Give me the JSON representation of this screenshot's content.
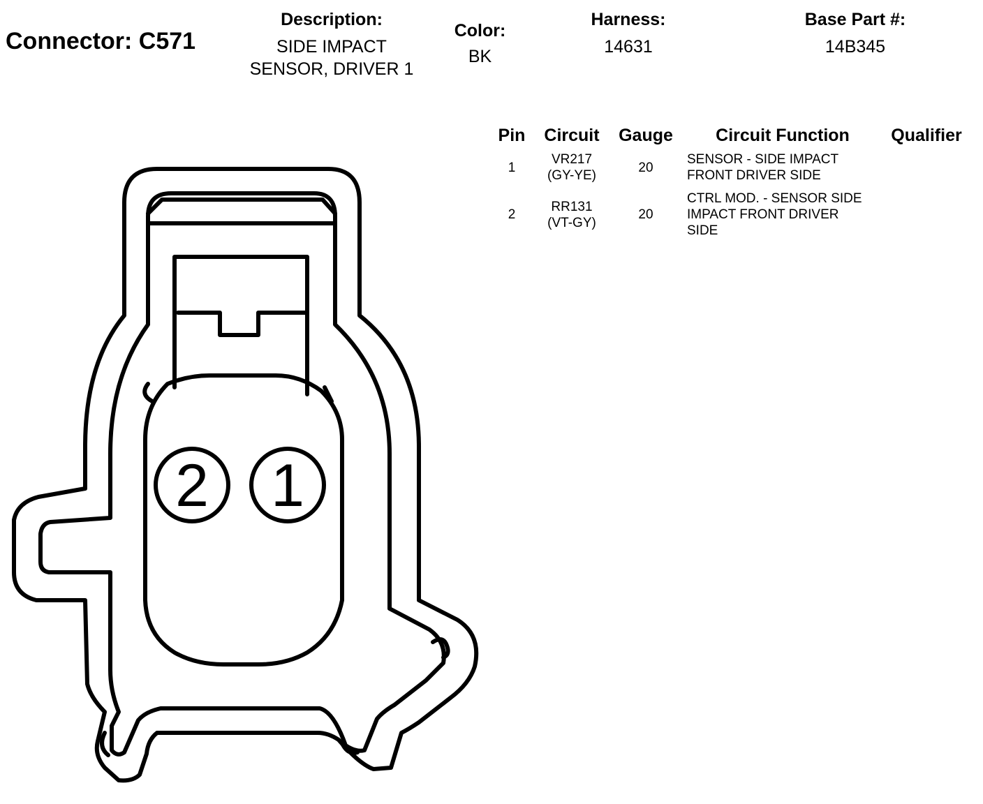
{
  "header": {
    "connector_title": "Connector: C571",
    "description_label": "Description:",
    "description_line1": "SIDE IMPACT",
    "description_line2": "SENSOR, DRIVER 1",
    "color_label": "Color:",
    "color_value": "BK",
    "harness_label": "Harness:",
    "harness_value": "14631",
    "base_part_label": "Base Part #:",
    "base_part_value": "14B345"
  },
  "table": {
    "columns": [
      "Pin",
      "Circuit",
      "Gauge",
      "Circuit Function",
      "Qualifier"
    ],
    "rows": [
      {
        "pin": "1",
        "circuit_line1": "VR217",
        "circuit_line2": "(GY-YE)",
        "gauge": "20",
        "function_line1": "SENSOR - SIDE IMPACT",
        "function_line2": "FRONT DRIVER SIDE",
        "function_line3": "",
        "qualifier": ""
      },
      {
        "pin": "2",
        "circuit_line1": "RR131",
        "circuit_line2": "(VT-GY)",
        "gauge": "20",
        "function_line1": "CTRL MOD. - SENSOR SIDE",
        "function_line2": "IMPACT FRONT DRIVER",
        "function_line3": "SIDE",
        "qualifier": ""
      }
    ]
  },
  "diagram": {
    "pin_labels": [
      "2",
      "1"
    ]
  }
}
